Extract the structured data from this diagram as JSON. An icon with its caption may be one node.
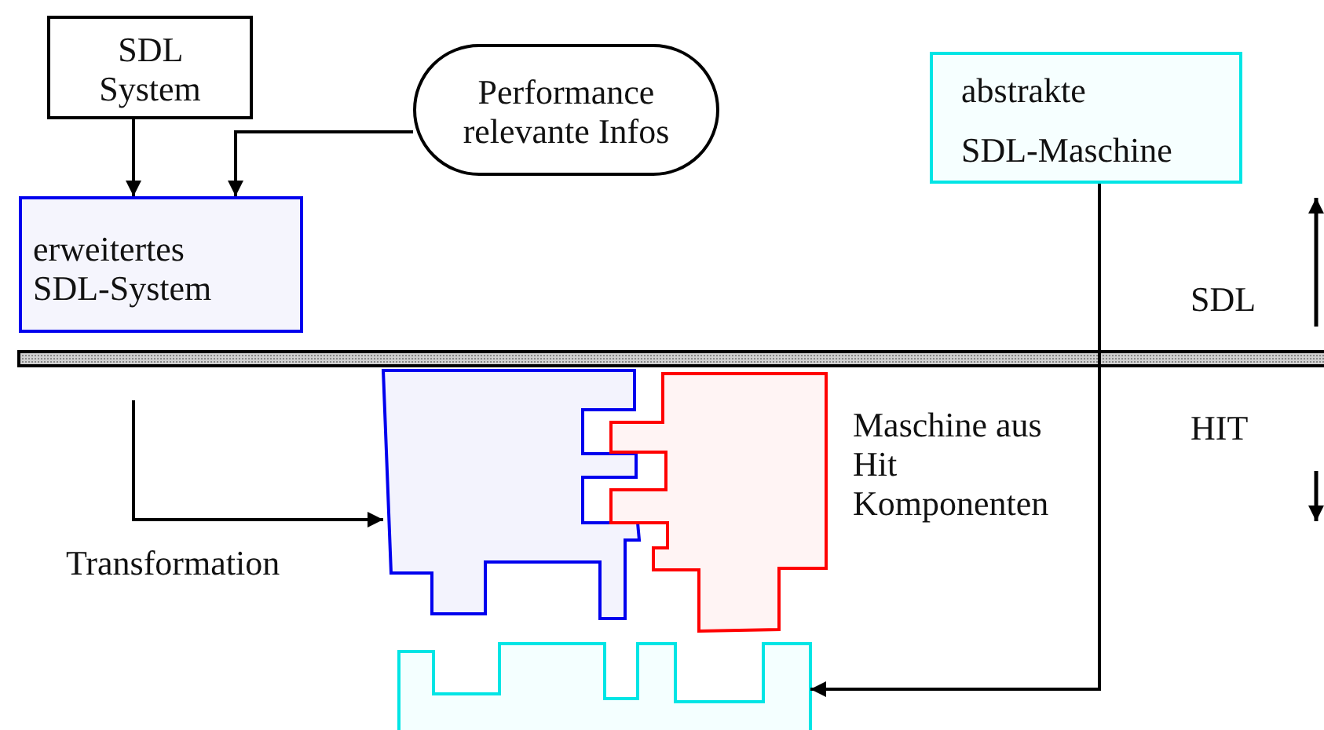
{
  "diagram": {
    "nodes": [
      {
        "text": [
          "SDL System"
        ]
      },
      {
        "text": [
          "Performance relevante Infos"
        ]
      },
      {
        "text": [
          "erweitertes SDL-System"
        ]
      },
      {
        "text": [
          "abstrakte SDL-Maschine"
        ]
      },
      {
        "text": [],
        "shape": "puzzle"
      },
      {
        "text": [],
        "shape": "puzzle"
      },
      {
        "text": [],
        "shape": "puzzle"
      }
    ],
    "edges": [
      {
        "from": 0,
        "to": 2,
        "arrow": "to"
      },
      {
        "from": 1,
        "to": 2,
        "arrow": "to"
      },
      {
        "from": null,
        "to": 4,
        "arrow": "to",
        "label": "Transformation"
      },
      {
        "from": 3,
        "to": 6,
        "arrow": "to"
      }
    ],
    "labels": [
      "Maschine aus Hit Komponenten",
      "SDL",
      "HIT"
    ]
  }
}
